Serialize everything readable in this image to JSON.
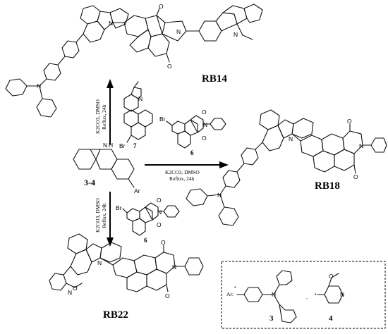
{
  "compounds": {
    "start": "3-4",
    "rb14": "RB14",
    "rb18": "RB18",
    "rb22": "RB22",
    "ar_label": "Ar:",
    "ar_3": "3",
    "ar_4": "4"
  },
  "reagents": {
    "up": {
      "line1": "K2CO3, DMSO",
      "line2": "Reflux, 24h",
      "number": "7"
    },
    "right": {
      "line1": "K2CO3, DMSO",
      "line2": "Reflux, 24h",
      "number": "6"
    },
    "down": {
      "line1": "K2CO3, DMSO",
      "line2": "Reflux, 24h",
      "number": "6"
    }
  },
  "atoms": {
    "n": "N",
    "nh": "H",
    "o": "O",
    "br": "Br",
    "ar": "Ar",
    "ome": "O"
  }
}
